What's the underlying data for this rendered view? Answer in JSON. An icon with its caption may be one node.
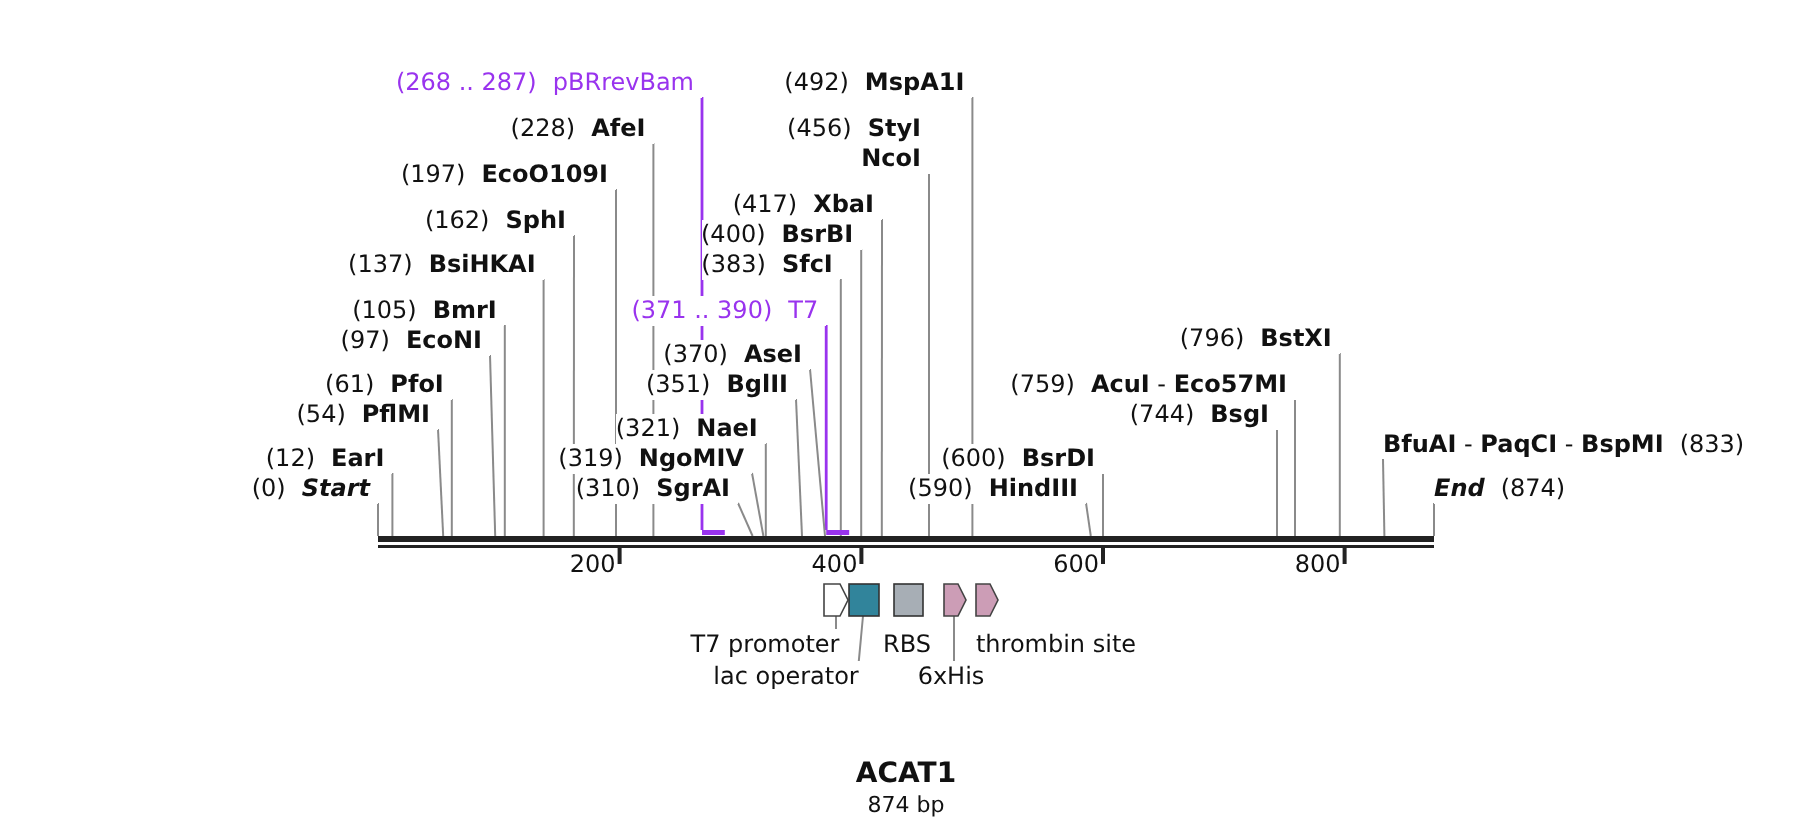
{
  "diagram": {
    "title": "ACAT1",
    "caption": "874 bp",
    "nodes": [
      {
        "text": [
          "(268 .. 287)",
          "pBRrevBam"
        ]
      },
      {
        "text": [
          "(492)",
          "MspA1I"
        ]
      },
      {
        "text": [
          "(228)",
          "AfeI"
        ]
      },
      {
        "text": [
          "(456)",
          "StyI",
          "NcoI"
        ]
      },
      {
        "text": [
          "(197)",
          "EcoO109I"
        ]
      },
      {
        "text": [
          "(417)",
          "XbaI"
        ]
      },
      {
        "text": [
          "(162)",
          "SphI"
        ]
      },
      {
        "text": [
          "(400)",
          "BsrBI"
        ]
      },
      {
        "text": [
          "(137)",
          "BsiHKAI"
        ]
      },
      {
        "text": [
          "(383)",
          "SfcI"
        ]
      },
      {
        "text": [
          "(105)",
          "BmrI"
        ]
      },
      {
        "text": [
          "(371 .. 390)",
          "T7"
        ]
      },
      {
        "text": [
          "(97)",
          "EcoNI"
        ]
      },
      {
        "text": [
          "(796)",
          "BstXI"
        ]
      },
      {
        "text": [
          "(370)",
          "AseI"
        ]
      },
      {
        "text": [
          "(61)",
          "PfoI"
        ]
      },
      {
        "text": [
          "(351)",
          "BglII"
        ]
      },
      {
        "text": [
          "(759)",
          "**AcuI** - **Eco57MI**"
        ]
      },
      {
        "text": [
          "(54)",
          "PflMI"
        ]
      },
      {
        "text": [
          "(744)",
          "BsgI"
        ]
      },
      {
        "text": [
          "(321)",
          "NaeI"
        ]
      },
      {
        "text": [
          "**BfuAI** - **PaqCI** - **BspMI**",
          "(833)"
        ]
      },
      {
        "text": [
          "(12)",
          "EarI"
        ]
      },
      {
        "text": [
          "(319)",
          "NgoMIV"
        ]
      },
      {
        "text": [
          "(600)",
          "BsrDI"
        ]
      },
      {
        "text": [
          "(0)",
          "Start"
        ]
      },
      {
        "text": [
          "(310)",
          "SgrAI"
        ]
      },
      {
        "text": [
          "(590)",
          "HindIII"
        ]
      },
      {
        "text": [
          "End",
          "(874)"
        ]
      },
      {
        "text": [],
        "shape": "bar"
      },
      {
        "text": [],
        "shape": "bar"
      },
      {
        "text": [],
        "shape": "bar"
      },
      {
        "text": [],
        "shape": "pentagon"
      },
      {
        "text": [],
        "shape": "box"
      },
      {
        "text": [],
        "shape": "box",
        "beside": [
          "RBS"
        ]
      },
      {
        "text": [],
        "shape": "pentagon"
      },
      {
        "text": [],
        "shape": "pentagon",
        "beside": [
          "thrombin site"
        ]
      },
      {
        "text": [
          "T7 promoter"
        ]
      },
      {
        "text": [
          "lac operator"
        ]
      },
      {
        "text": [
          "6xHis"
        ]
      }
    ],
    "edges": [
      {
        "from": 0,
        "to": 29,
        "arrow": "none",
        "color": "#9933ee"
      },
      {
        "from": 1,
        "to": 31,
        "arrow": "none"
      },
      {
        "from": 2,
        "to": 31,
        "arrow": "none"
      },
      {
        "from": 3,
        "to": 31,
        "arrow": "none"
      },
      {
        "from": 4,
        "to": 31,
        "arrow": "none"
      },
      {
        "from": 5,
        "to": 31,
        "arrow": "none"
      },
      {
        "from": 6,
        "to": 31,
        "arrow": "none"
      },
      {
        "from": 7,
        "to": 31,
        "arrow": "none"
      },
      {
        "from": 8,
        "to": 31,
        "arrow": "none"
      },
      {
        "from": 9,
        "to": 31,
        "arrow": "none"
      },
      {
        "from": 10,
        "to": 31,
        "arrow": "none"
      },
      {
        "from": 11,
        "to": 30,
        "arrow": "none",
        "color": "#9933ee"
      },
      {
        "from": 12,
        "to": 31,
        "arrow": "none"
      },
      {
        "from": 13,
        "to": 31,
        "arrow": "none"
      },
      {
        "from": 14,
        "to": 31,
        "arrow": "none"
      },
      {
        "from": 15,
        "to": 31,
        "arrow": "none"
      },
      {
        "from": 16,
        "to": 31,
        "arrow": "none"
      },
      {
        "from": 17,
        "to": 31,
        "arrow": "none"
      },
      {
        "from": 18,
        "to": 31,
        "arrow": "none"
      },
      {
        "from": 19,
        "to": 31,
        "arrow": "none"
      },
      {
        "from": 20,
        "to": 31,
        "arrow": "none"
      },
      {
        "from": 21,
        "to": 31,
        "arrow": "none"
      },
      {
        "from": 22,
        "to": 31,
        "arrow": "none"
      },
      {
        "from": 23,
        "to": 31,
        "arrow": "none"
      },
      {
        "from": 24,
        "to": 31,
        "arrow": "none"
      },
      {
        "from": 25,
        "to": 31,
        "arrow": "none"
      },
      {
        "from": 26,
        "to": 31,
        "arrow": "none"
      },
      {
        "from": 27,
        "to": 31,
        "arrow": "none"
      },
      {
        "from": 28,
        "to": 31,
        "arrow": "none"
      },
      {
        "from": 37,
        "to": 32,
        "arrow": "none"
      },
      {
        "from": 38,
        "to": 33,
        "arrow": "none"
      },
      {
        "from": 39,
        "to": 35,
        "arrow": "none"
      }
    ],
    "labels": [
      "200",
      "400",
      "600",
      "800"
    ]
  }
}
